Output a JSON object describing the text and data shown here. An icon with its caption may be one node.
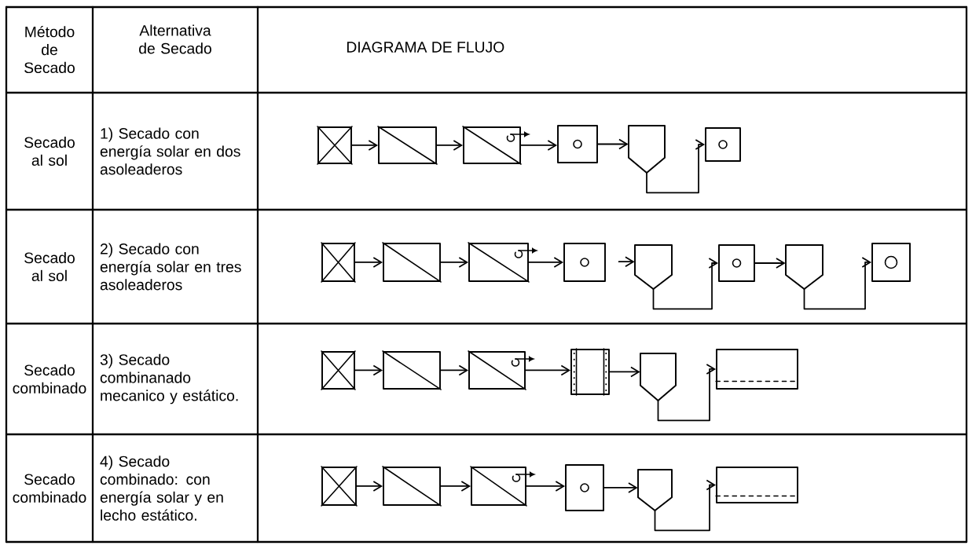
{
  "diagram": {
    "nodes": [
      {
        "text": [],
        "shape": "box"
      },
      {
        "text": [],
        "shape": "box"
      },
      {
        "text": [],
        "shape": "box"
      },
      {
        "text": [],
        "shape": "box"
      },
      {
        "text": [],
        "shape": "hopper"
      },
      {
        "text": [],
        "shape": "box"
      },
      {
        "text": [],
        "shape": "box"
      },
      {
        "text": [],
        "shape": "box"
      },
      {
        "text": [],
        "shape": "box"
      },
      {
        "text": [],
        "shape": "box"
      },
      {
        "text": [],
        "shape": "hopper"
      },
      {
        "text": [],
        "shape": "box"
      },
      {
        "text": [],
        "shape": "hopper"
      },
      {
        "text": [],
        "shape": "box"
      },
      {
        "text": [],
        "shape": "box"
      },
      {
        "text": [],
        "shape": "box"
      },
      {
        "text": [],
        "shape": "box"
      },
      {
        "text": [],
        "shape": "box"
      },
      {
        "text": [],
        "shape": "hopper"
      },
      {
        "text": [],
        "shape": "box"
      },
      {
        "text": [],
        "shape": "box"
      },
      {
        "text": [],
        "shape": "box"
      },
      {
        "text": [],
        "shape": "box"
      },
      {
        "text": [],
        "shape": "box"
      },
      {
        "text": [],
        "shape": "hopper"
      },
      {
        "text": [],
        "shape": "box"
      }
    ],
    "edges": [
      {
        "from": 0,
        "to": 1,
        "arrow": "to"
      },
      {
        "from": 1,
        "to": 2,
        "arrow": "to"
      },
      {
        "from": 2,
        "to": 3,
        "arrow": "to"
      },
      {
        "from": 3,
        "to": 4,
        "arrow": "to"
      },
      {
        "from": 4,
        "to": 5,
        "arrow": "to"
      },
      {
        "from": 6,
        "to": 7,
        "arrow": "to"
      },
      {
        "from": 7,
        "to": 8,
        "arrow": "to"
      },
      {
        "from": 8,
        "to": 9,
        "arrow": "to"
      },
      {
        "from": null,
        "to": 10,
        "arrow": "to"
      },
      {
        "from": 10,
        "to": 11,
        "arrow": "to"
      },
      {
        "from": 11,
        "to": 12,
        "arrow": "to"
      },
      {
        "from": 12,
        "to": 13,
        "arrow": "to"
      },
      {
        "from": 14,
        "to": 15,
        "arrow": "to"
      },
      {
        "from": 15,
        "to": 16,
        "arrow": "to"
      },
      {
        "from": 16,
        "to": 17,
        "arrow": "to"
      },
      {
        "from": 17,
        "to": 18,
        "arrow": "to"
      },
      {
        "from": 18,
        "to": 19,
        "arrow": "to"
      },
      {
        "from": 20,
        "to": 21,
        "arrow": "to"
      },
      {
        "from": 21,
        "to": 22,
        "arrow": "to"
      },
      {
        "from": 22,
        "to": 23,
        "arrow": "to"
      },
      {
        "from": 23,
        "to": 24,
        "arrow": "to"
      },
      {
        "from": 24,
        "to": 25,
        "arrow": "to"
      }
    ],
    "labels": [
      "Método de Secado",
      "Alternativa de Secado",
      "DIAGRAMA DE FLUJO",
      "Secado al sol",
      "1) Secado con energía solar en dos asoleaderos",
      "Secado al sol",
      "2) Secado con energía solar en tres asoleaderos",
      "Secado combinado",
      "3) Secado combinanado mecanico y estático.",
      "Secado combinado",
      "4) Secado combinado: con energía solar y en lecho estático."
    ]
  }
}
